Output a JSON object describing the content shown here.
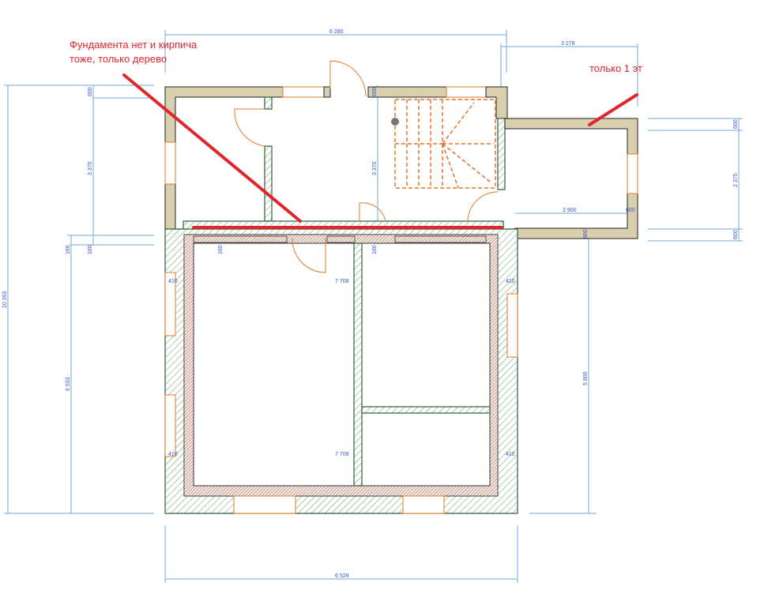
{
  "annotations": {
    "foundation_note": "Фундамента нет и кирпича тоже, только дерево",
    "annex_note": "только 1 эт"
  },
  "dimensions": {
    "top_overall": "6 280",
    "annex_width": "3 278",
    "left_overall": "10 353",
    "left_lower": "6 533",
    "left_upper_wall": "600",
    "left_upper_span": "3 370",
    "left_offset_a": "160",
    "left_offset_b": "160",
    "mid_upper_wall": "600",
    "mid_upper_span": "3 370",
    "mid_offset": "160",
    "inner_offset": "160",
    "right_lower": "5 800",
    "annex_top_wall": "600",
    "annex_span": "2 375",
    "annex_bottom_wall": "600",
    "annex_inner": "2 900",
    "annex_wall": "600",
    "annex_offset": "800",
    "upper_row": {
      "left": "410",
      "center": "7 708",
      "right": "410"
    },
    "lower_row": {
      "left": "410",
      "center": "7 708",
      "right": "410"
    },
    "bottom_overall": "6 528"
  },
  "colors": {
    "annotation": "#e0262c",
    "dimension": "#6fa8dc",
    "wood_wall": "#d8cfae",
    "hatch": "#4a8a4a",
    "opening": "#e07a2a"
  }
}
